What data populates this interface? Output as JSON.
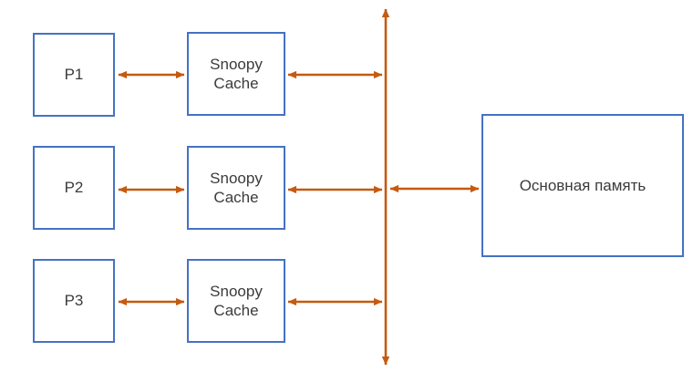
{
  "diagram": {
    "description": "Snoopy cache coherence architecture: three processors with snoopy caches on a shared bus connected to main memory",
    "rows": [
      {
        "processor": "P1",
        "cache": "Snoopy Cache"
      },
      {
        "processor": "P2",
        "cache": "Snoopy Cache"
      },
      {
        "processor": "P3",
        "cache": "Snoopy Cache"
      }
    ],
    "memory": {
      "label": "Основная память"
    },
    "colors": {
      "box-border": "#4472C4",
      "arrow": "#C55A11",
      "text": "#3B3B3B",
      "background": "#FFFFFF"
    }
  }
}
